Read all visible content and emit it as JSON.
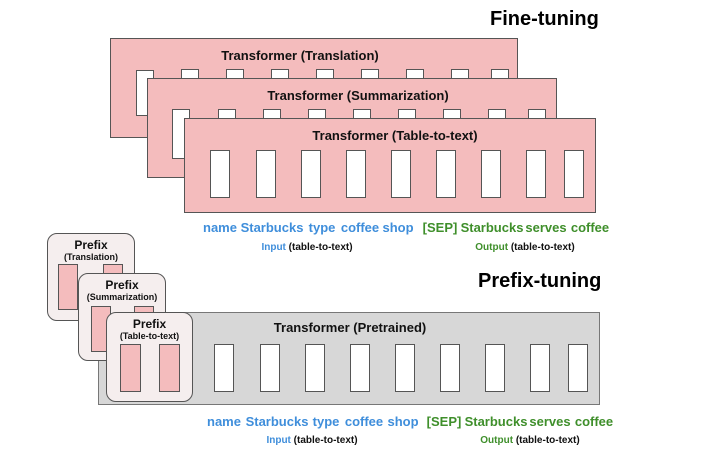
{
  "colors": {
    "transformer_fill": "#f4bcbd",
    "pretrained_fill": "#d7d7d7",
    "input_token": "#3f8edb",
    "output_token": "#3f8f2b"
  },
  "finetuning": {
    "title": "Fine-tuning",
    "models": [
      "Transformer (Translation)",
      "Transformer (Summarization)",
      "Transformer (Table-to-text)"
    ],
    "input_tokens": [
      "name",
      "Starbucks",
      "type",
      "coffee",
      "shop"
    ],
    "output_tokens": [
      "[SEP]",
      "Starbucks",
      "serves",
      "coffee"
    ],
    "input_caption": {
      "keyword": "Input",
      "rest": " (table-to-text)"
    },
    "output_caption": {
      "keyword": "Output",
      "rest": " (table-to-text)"
    }
  },
  "prefixtuning": {
    "title": "Prefix-tuning",
    "prefixes": [
      {
        "title": "Prefix",
        "task": "(Translation)"
      },
      {
        "title": "Prefix",
        "task": "(Summarization)"
      },
      {
        "title": "Prefix",
        "task": "(Table-to-text)"
      }
    ],
    "model": "Transformer  (Pretrained)",
    "input_tokens": [
      "name",
      "Starbucks",
      "type",
      "coffee",
      "shop"
    ],
    "output_tokens": [
      "[SEP]",
      "Starbucks",
      "serves",
      "coffee"
    ],
    "input_caption": {
      "keyword": "Input",
      "rest": " (table-to-text)"
    },
    "output_caption": {
      "keyword": "Output",
      "rest": " (table-to-text)"
    }
  }
}
